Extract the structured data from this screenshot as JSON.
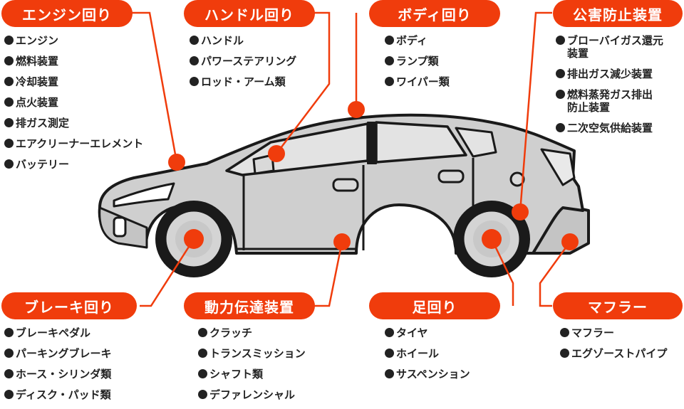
{
  "colors": {
    "accent": "#f03c0c",
    "car_body": "#cfcfcf",
    "outline": "#1a1a1a",
    "text": "#222222"
  },
  "categories": [
    {
      "key": "engine",
      "label": "エンジン回り",
      "items": [
        "エンジン",
        "燃料装置",
        "冷却装置",
        "点火装置",
        "排ガス測定",
        "エアクリーナーエレメント",
        "バッテリー"
      ]
    },
    {
      "key": "handle",
      "label": "ハンドル回り",
      "items": [
        "ハンドル",
        "パワーステアリング",
        "ロッド・アーム類"
      ]
    },
    {
      "key": "body",
      "label": "ボディ回り",
      "items": [
        "ボディ",
        "ランプ類",
        "ワイパー類"
      ]
    },
    {
      "key": "pollution",
      "label": "公害防止装置",
      "items": [
        "ブローバイガス還元\n装置",
        "排出ガス減少装置",
        "燃料蒸発ガス排出\n防止装置",
        "二次空気供給装置"
      ]
    },
    {
      "key": "brake",
      "label": "ブレーキ回り",
      "items": [
        "ブレーキペダル",
        "パーキングブレーキ",
        "ホース・シリンダ類",
        "ディスク・パッド類"
      ]
    },
    {
      "key": "drivetrain",
      "label": "動力伝達装置",
      "items": [
        "クラッチ",
        "トランスミッション",
        "シャフト類",
        "デファレンシャル"
      ]
    },
    {
      "key": "suspension",
      "label": "足回り",
      "items": [
        "タイヤ",
        "ホイール",
        "サスペンション"
      ]
    },
    {
      "key": "muffler",
      "label": "マフラー",
      "items": [
        "マフラー",
        "エグゾーストパイプ"
      ]
    }
  ]
}
